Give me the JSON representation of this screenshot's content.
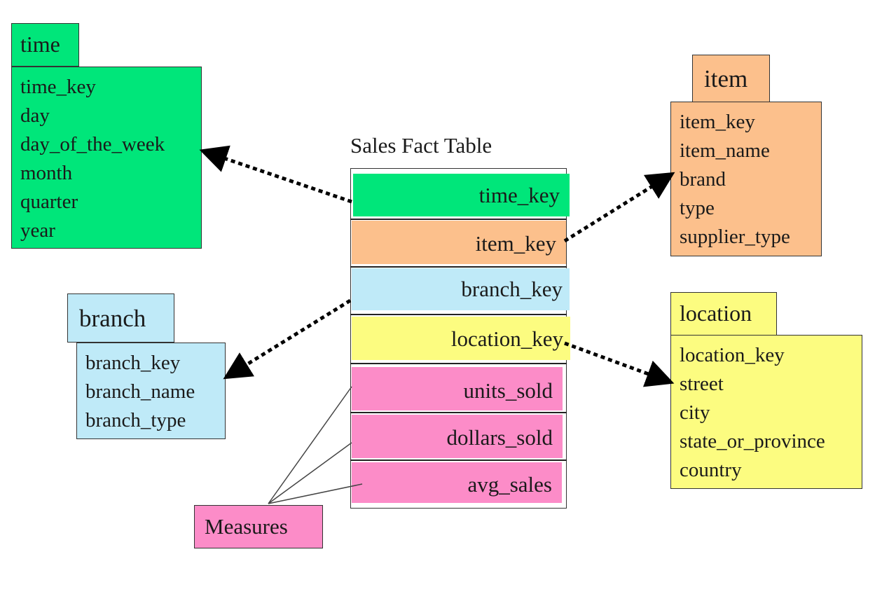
{
  "fact_table": {
    "title": "Sales Fact Table",
    "keys": [
      "time_key",
      "item_key",
      "branch_key",
      "location_key"
    ],
    "measures": [
      "units_sold",
      "dollars_sold",
      "avg_sales"
    ]
  },
  "measures_label": "Measures",
  "dimensions": {
    "time": {
      "name": "time",
      "attributes": [
        "time_key",
        "day",
        "day_of_the_week",
        "month",
        "quarter",
        "year"
      ]
    },
    "item": {
      "name": "item",
      "attributes": [
        "item_key",
        "item_name",
        "brand",
        "type",
        "supplier_type"
      ]
    },
    "branch": {
      "name": "branch",
      "attributes": [
        "branch_key",
        "branch_name",
        "branch_type"
      ]
    },
    "location": {
      "name": "location",
      "attributes": [
        "location_key",
        "street",
        "city",
        "state_or_province",
        "country"
      ]
    }
  },
  "colors": {
    "time": "#00e67a",
    "item": "#fcc08c",
    "branch": "#bfeaf8",
    "location": "#fcfc80",
    "measures": "#fc8cc8"
  }
}
